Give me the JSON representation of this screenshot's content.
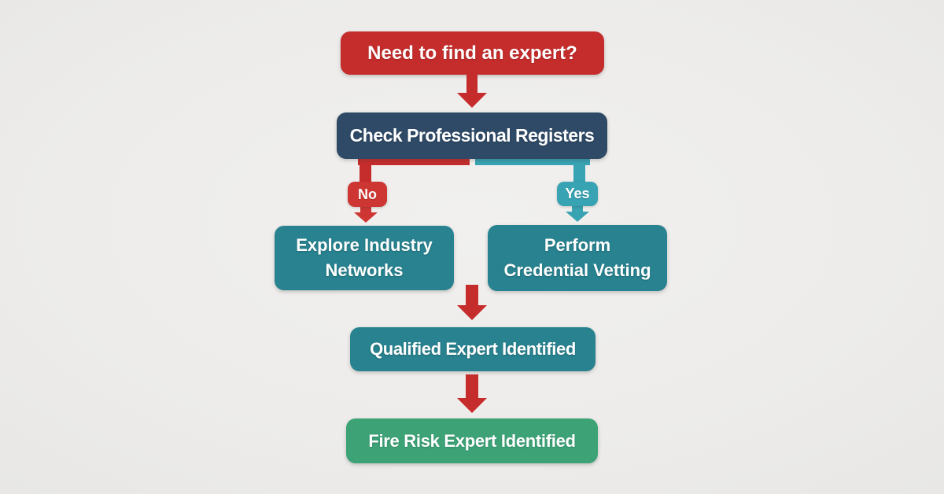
{
  "colors": {
    "bg": "#ececeb",
    "red": "#c52d2c",
    "badge_red": "#cd3632",
    "navy": "#2e4a66",
    "teal": "#28828f",
    "teal_light": "#38a3b3",
    "green": "#3da377",
    "text": "#ffffff"
  },
  "flowchart": {
    "start": {
      "label": "Need to find an expert?"
    },
    "check": {
      "label": "Check Professional Registers"
    },
    "branch_no": {
      "label": "No"
    },
    "branch_yes": {
      "label": "Yes"
    },
    "explore": {
      "line1": "Explore Industry",
      "line2": "Networks"
    },
    "vetting": {
      "line1": "Perform",
      "line2": "Credential Vetting"
    },
    "qualified": {
      "label": "Qualified Expert Identified"
    },
    "final": {
      "label": "Fire Risk Expert Identified"
    }
  }
}
